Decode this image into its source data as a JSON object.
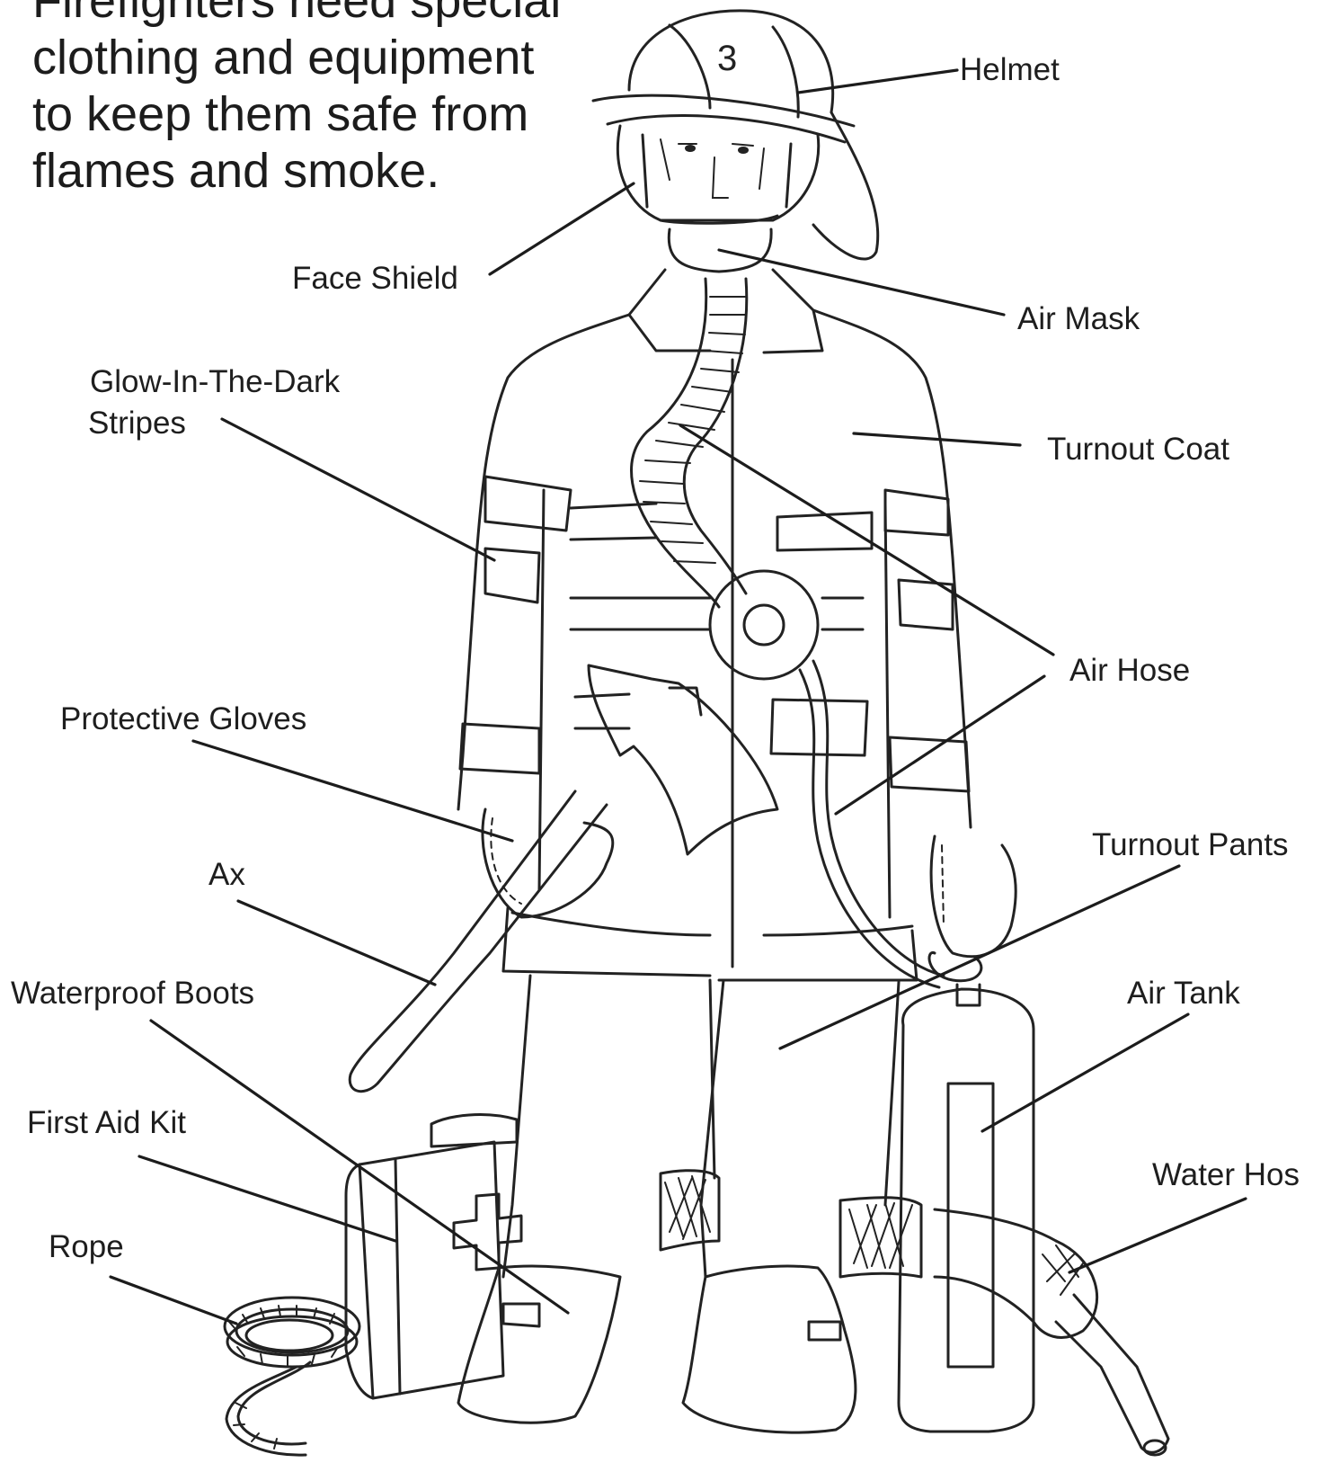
{
  "intro": {
    "lines": [
      "Firefighters need special",
      "clothing and equipment",
      "to keep them safe from",
      "flames and smoke."
    ]
  },
  "labels": {
    "helmet": "Helmet",
    "face_shield": "Face Shield",
    "air_mask": "Air Mask",
    "stripes_line1": "Glow-In-The-Dark",
    "stripes_line2": "Stripes",
    "turnout_coat": "Turnout Coat",
    "air_hose": "Air Hose",
    "protective_gloves": "Protective Gloves",
    "turnout_pants": "Turnout Pants",
    "ax": "Ax",
    "waterproof_boots": "Waterproof Boots",
    "air_tank": "Air Tank",
    "first_aid_kit": "First Aid Kit",
    "water_hose": "Water Hos",
    "rope": "Rope"
  },
  "helmet_number": "3"
}
